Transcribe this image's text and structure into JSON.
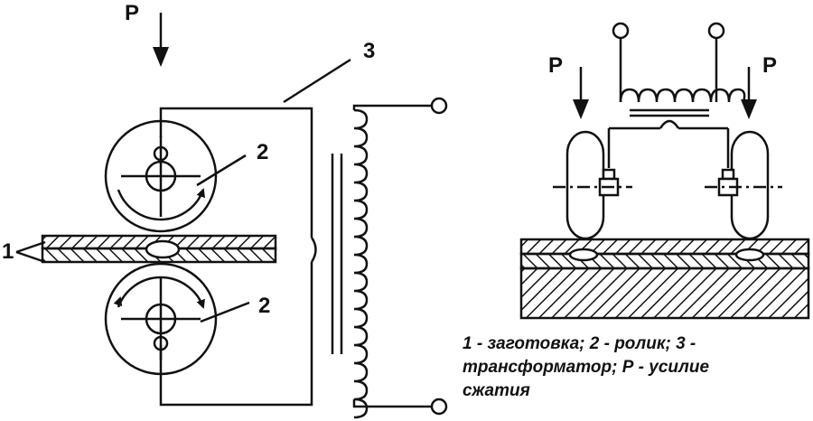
{
  "labels": {
    "force": "P",
    "workpiece": "1",
    "roller": "2",
    "transformer": "3"
  },
  "caption": {
    "line1": "1 - заготовка; 2 - ролик; 3 -",
    "line2": "трансформатор; Р - усилие",
    "line3": "сжатия"
  }
}
